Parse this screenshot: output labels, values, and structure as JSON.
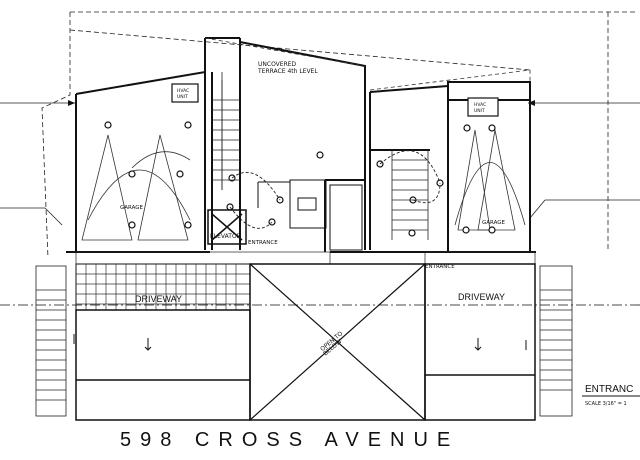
{
  "labels": {
    "uncovered_terrace_line1": "UNCOVERED",
    "uncovered_terrace_line2": "TERRACE 4th LEVEL",
    "hvac_left_line1": "HVAC",
    "hvac_left_line2": "UNIT",
    "hvac_right_line1": "HVAC",
    "hvac_right_line2": "UNIT",
    "garage_left": "GARAGE",
    "garage_right": "GARAGE",
    "elevator": "ELEVATOR",
    "entrance_center": "ENTRANCE",
    "entrance_right": "ENTRANCE",
    "driveway_left": "DRIVEWAY",
    "driveway_right": "DRIVEWAY",
    "open_to_below_line1": "OPEN TO",
    "open_to_below_line2": "BELOW",
    "entrance_title": "ENTRANC",
    "scale_note": "SCALE 3/16\" = 1",
    "street_address": "598 CROSS AVENUE"
  }
}
